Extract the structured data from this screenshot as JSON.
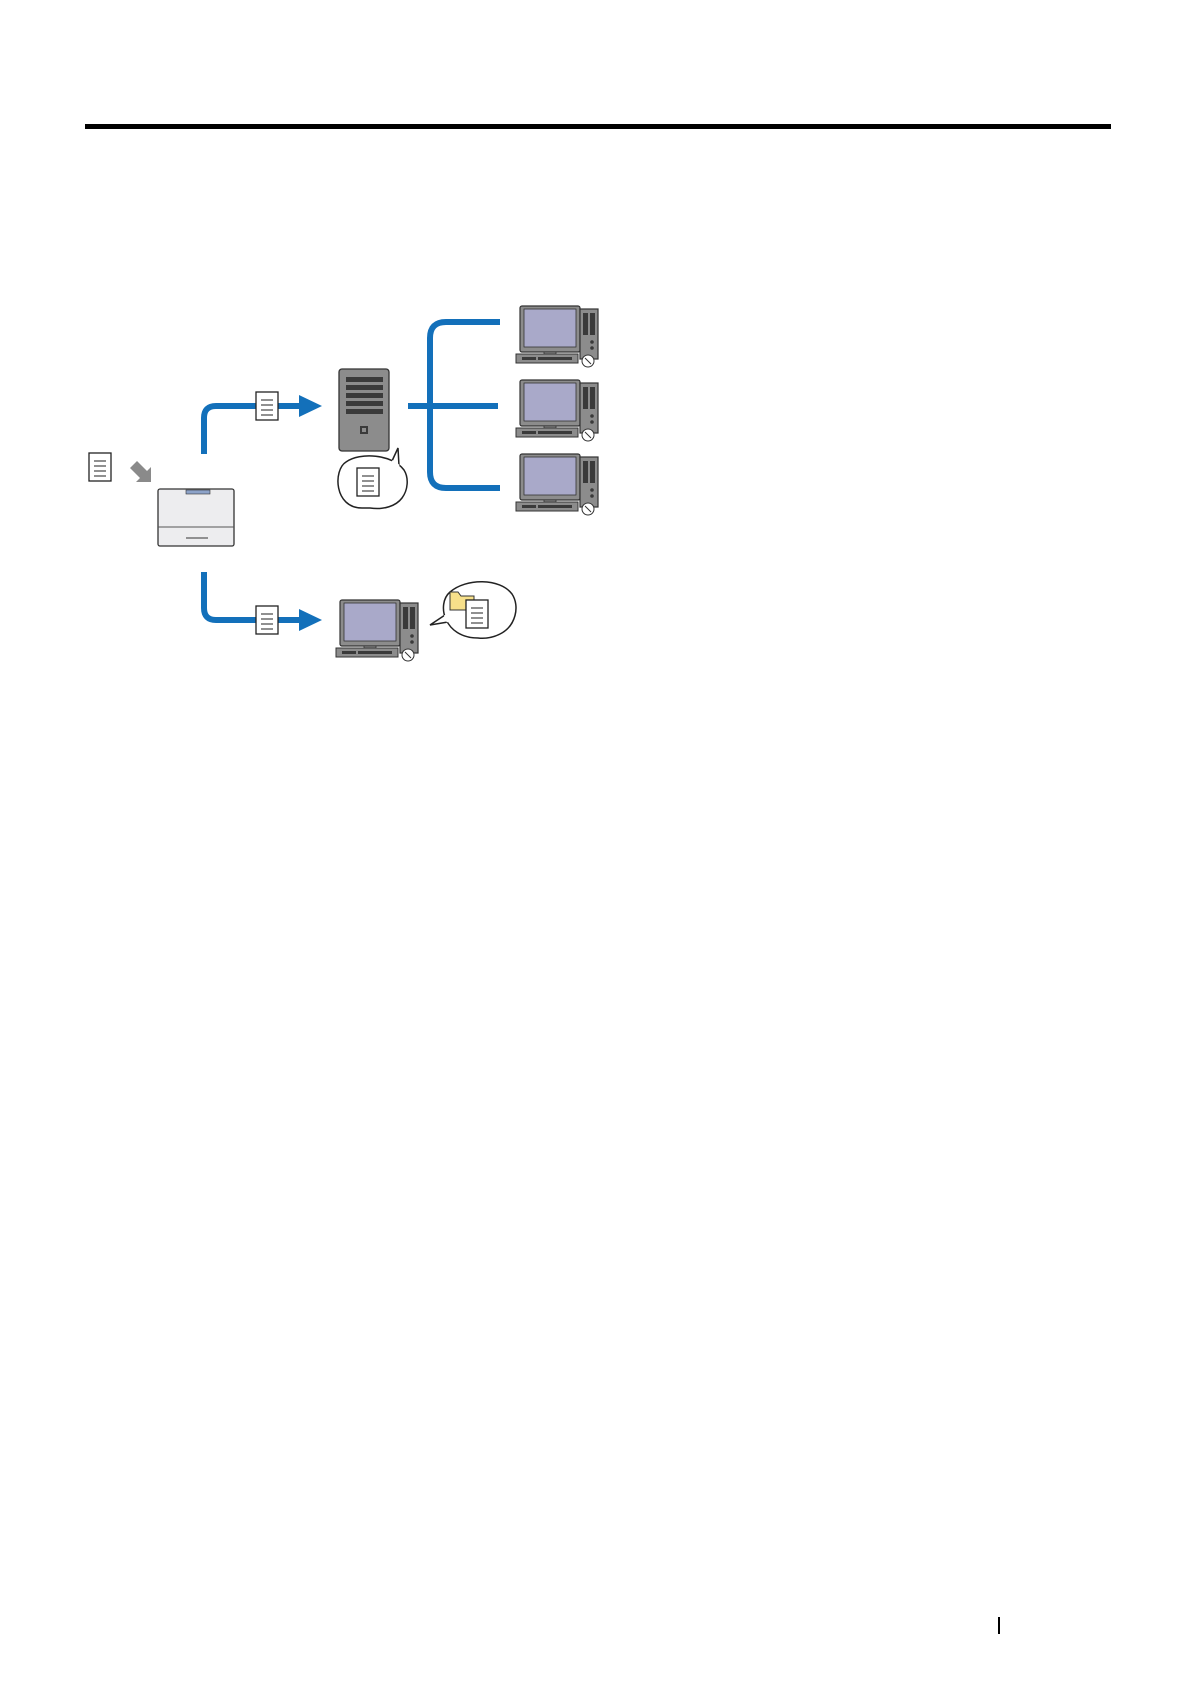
{
  "page": {
    "header_rule": true,
    "footer_marker": true
  },
  "diagram": {
    "description_free": true,
    "colors": {
      "connector": "#1370BA",
      "monitor_screen": "#A9A9C9",
      "device_gray": "#8C8C8C",
      "device_dark": "#3A3A3A",
      "printer_body": "#EDEDEF",
      "printer_panel": "#8DA3C9",
      "folder": "#F7E08A",
      "arrow_gray": "#8A8A8A"
    },
    "nodes": [
      {
        "id": "source-document",
        "icon": "document-icon"
      },
      {
        "id": "printer",
        "icon": "printer-icon"
      },
      {
        "id": "server",
        "icon": "server-tower-icon"
      },
      {
        "id": "server-bubble",
        "icon": "speech-bubble-document-icon"
      },
      {
        "id": "client-1",
        "icon": "desktop-computer-icon"
      },
      {
        "id": "client-2",
        "icon": "desktop-computer-icon"
      },
      {
        "id": "client-3",
        "icon": "desktop-computer-icon"
      },
      {
        "id": "local-computer",
        "icon": "desktop-computer-icon"
      },
      {
        "id": "local-bubble",
        "icon": "speech-bubble-folder-document-icon"
      }
    ]
  }
}
